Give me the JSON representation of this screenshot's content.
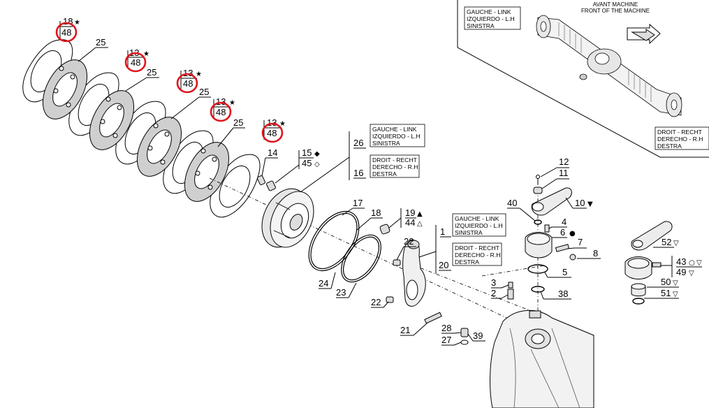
{
  "labels": {
    "p18": "18",
    "p48": "48",
    "p13": "13",
    "p25": "25",
    "p26": "26",
    "p16": "16",
    "p14": "14",
    "p15": "15",
    "p45": "45",
    "p17": "17",
    "p19": "19",
    "p44": "44",
    "p1": "1",
    "p20": "20",
    "p22": "22",
    "p24": "24",
    "p23": "23",
    "p21": "21",
    "p3": "3",
    "p2": "2",
    "p28": "28",
    "p27": "27",
    "p39": "39",
    "p12": "12",
    "p11": "11",
    "p10": "10",
    "p40": "40",
    "p4": "4",
    "p6": "6",
    "p7": "7",
    "p8": "8",
    "p5": "5",
    "p38": "38",
    "p52": "52",
    "p43": "43",
    "p49": "49",
    "p50": "50",
    "p51": "51"
  },
  "symbols": {
    "star": "★",
    "diamond_filled": "◆",
    "diamond_open": "◇",
    "triangle_filled": "▲",
    "triangle_open": "△",
    "triangle_down_filled": "▼",
    "triangle_down_open": "▽",
    "circle_filled": "●",
    "circle_open": "○"
  },
  "legends": {
    "left_side": {
      "line1": "GAUCHE - LINK",
      "line2": "IZQUIERDO - L.H",
      "line3": "SINISTRA"
    },
    "right_side": {
      "line1": "DROIT - RECHT",
      "line2": "DERECHO - R.H",
      "line3": "DESTRA"
    }
  },
  "front": {
    "line1": "AVANT MACHINE",
    "line2": "FRONT OF THE MACHINE"
  },
  "highlight_color": "#e0161d"
}
